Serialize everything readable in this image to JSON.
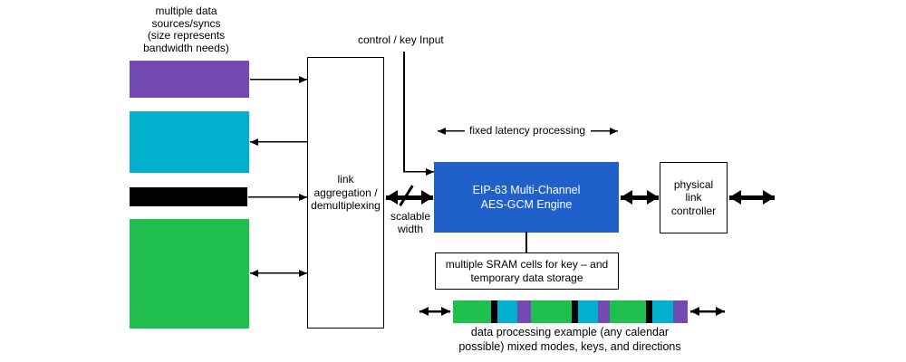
{
  "title_block": {
    "lines": [
      "multiple data",
      "sources/syncs",
      "(size represents",
      "bandwidth needs)"
    ]
  },
  "labels": {
    "control_key_input": "control / key Input",
    "fixed_latency": "fixed latency processing",
    "scalable_width": {
      "lines": [
        "scalable",
        "width"
      ]
    },
    "bar_caption": {
      "lines": [
        "data processing example (any calendar",
        "possible) mixed modes, keys, and directions"
      ]
    }
  },
  "boxes": {
    "link_aggregation": {
      "lines": [
        "link",
        "aggregation /",
        "demultiplexing"
      ]
    },
    "engine": {
      "lines": [
        "EIP-63 Multi-Channel",
        "AES-GCM Engine"
      ]
    },
    "physical_link": {
      "lines": [
        "physical",
        "link",
        "controller"
      ]
    },
    "sram": {
      "lines": [
        "multiple SRAM cells for key – and",
        "temporary data storage"
      ]
    }
  },
  "colors": {
    "purple": "#7349B2",
    "cyan": "#00B0CC",
    "green": "#21BF4E",
    "black": "#000000",
    "blue": "#2060CA"
  },
  "sources": [
    {
      "color": "purple",
      "direction": "to-aggregator"
    },
    {
      "color": "cyan",
      "direction": "from-aggregator"
    },
    {
      "color": "black",
      "direction": "to-aggregator"
    },
    {
      "color": "green",
      "direction": "bidirectional"
    }
  ],
  "bar": {
    "segments": [
      {
        "color": "green",
        "w": 42
      },
      {
        "color": "black",
        "w": 7
      },
      {
        "color": "cyan",
        "w": 22
      },
      {
        "color": "purple",
        "w": 15
      },
      {
        "color": "green",
        "w": 45
      },
      {
        "color": "black",
        "w": 7
      },
      {
        "color": "cyan",
        "w": 22
      },
      {
        "color": "purple",
        "w": 13
      },
      {
        "color": "green",
        "w": 40
      },
      {
        "color": "black",
        "w": 7
      },
      {
        "color": "cyan",
        "w": 23
      },
      {
        "color": "purple",
        "w": 16
      }
    ]
  }
}
